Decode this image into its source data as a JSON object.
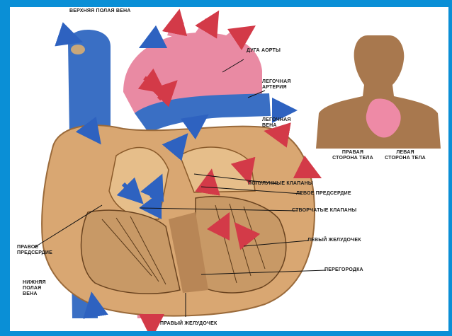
{
  "labels": {
    "superior_vena_cava": "ВЕРХНЯЯ ПОЛАЯ ВЕНА",
    "aortic_arch": "ДУГА АОРТЫ",
    "pulmonary_artery": "ЛЕГОЧНАЯ АРТЕРИЯ",
    "pulmonary_vein": "ЛЕГОЧНАЯ ВЕНА",
    "semilunar_valves": "ПОЛУЛУННЫЕ КЛАПАНЫ",
    "left_atrium": "ЛЕВОЕ ПРЕДСЕРДИЕ",
    "cuspid_valves": "СТВОРЧАТЫЕ КЛАПАНЫ",
    "left_ventricle": "ЛЕВЫЙ ЖЕЛУДОЧЕК",
    "septum": "ПЕРЕГОРОДКА",
    "right_ventricle": "ПРАВЫЙ ЖЕЛУДОЧЕК",
    "right_atrium": "ПРАВОЕ ПРЕДСЕРДИЕ",
    "inferior_vena_cava": "НИЖНЯЯ ПОЛАЯ ВЕНА",
    "right_side": "ПРАВАЯ СТОРОНА ТЕЛА",
    "left_side": "ЛЕВАЯ СТОРОНА ТЕЛА"
  },
  "colors": {
    "frame": "#0a8fd6",
    "venous_blue": "#3a6fc4",
    "arterial_red": "#e0475a",
    "aorta_pink": "#e98aa3",
    "muscle_tan": "#d9a772",
    "body_brown": "#a8784e"
  }
}
